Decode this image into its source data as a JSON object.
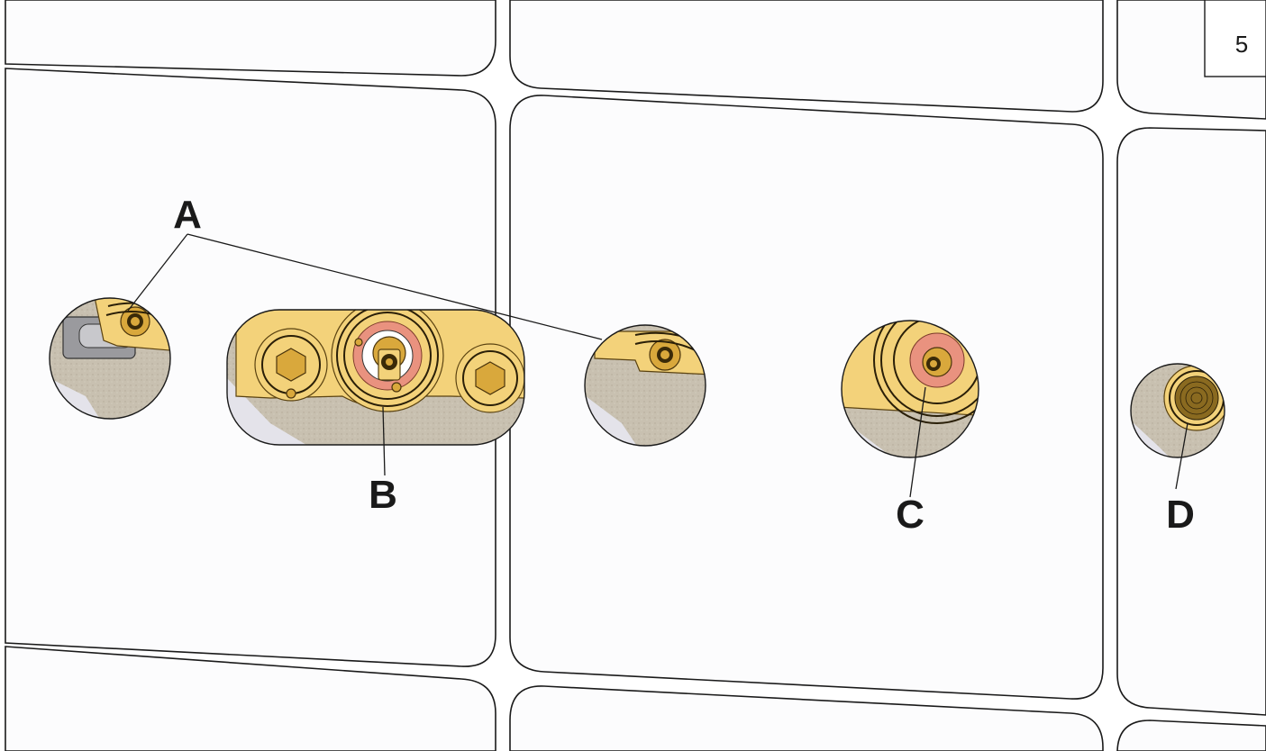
{
  "page_number": "5",
  "callouts": {
    "a": "A",
    "b": "B",
    "c": "C",
    "d": "D"
  },
  "colors": {
    "brass": "#f3d27a",
    "wall": "#c9c1b1",
    "seal": "#e9927f"
  }
}
